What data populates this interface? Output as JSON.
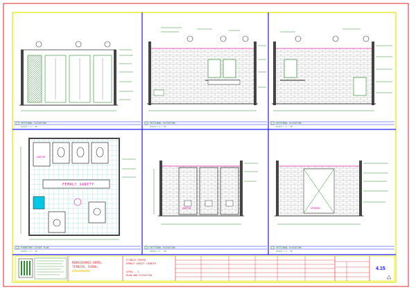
{
  "sheet": {
    "panels": [
      {
        "id": "p1",
        "title": "SECTIONAL ELEVATION",
        "scale": "SCALE = 1 : 30"
      },
      {
        "id": "p2",
        "title": "SECTIONAL ELEVATION",
        "scale": "SCALE = 1 : 30"
      },
      {
        "id": "p3",
        "title": "SECTIONAL ELEVATION",
        "scale": "SCALE = 1 : 30"
      },
      {
        "id": "p4",
        "title": "FURNITURE LAYOUT PLAN",
        "scale": "SCALE = 1 : 30"
      },
      {
        "id": "p5",
        "title": "SECTIONAL ELEVATION",
        "scale": "SCALE = 1 : 30"
      },
      {
        "id": "p6",
        "title": "SECTIONAL ELEVATION",
        "scale": "SCALE = 1 : 30"
      }
    ],
    "plan_labels": {
      "vanity": "FEMALY VANITY",
      "janitor": "JANITOR"
    },
    "elevation_labels": {
      "janitor": "JANITOR",
      "opening": "OPENING"
    },
    "title_block": {
      "project_line1": "RENAISSANCE HOTEL",
      "project_line2": "TIANJIN, CHINA.",
      "drawing_line1": "FITNESS CENTRE",
      "drawing_line2": "FEMALE VANITY COUNTER",
      "drawing_line3": "LEVEL - 3",
      "drawing_line4": "PLAN AND ELEVATION",
      "sheet_number": "4.15"
    }
  }
}
